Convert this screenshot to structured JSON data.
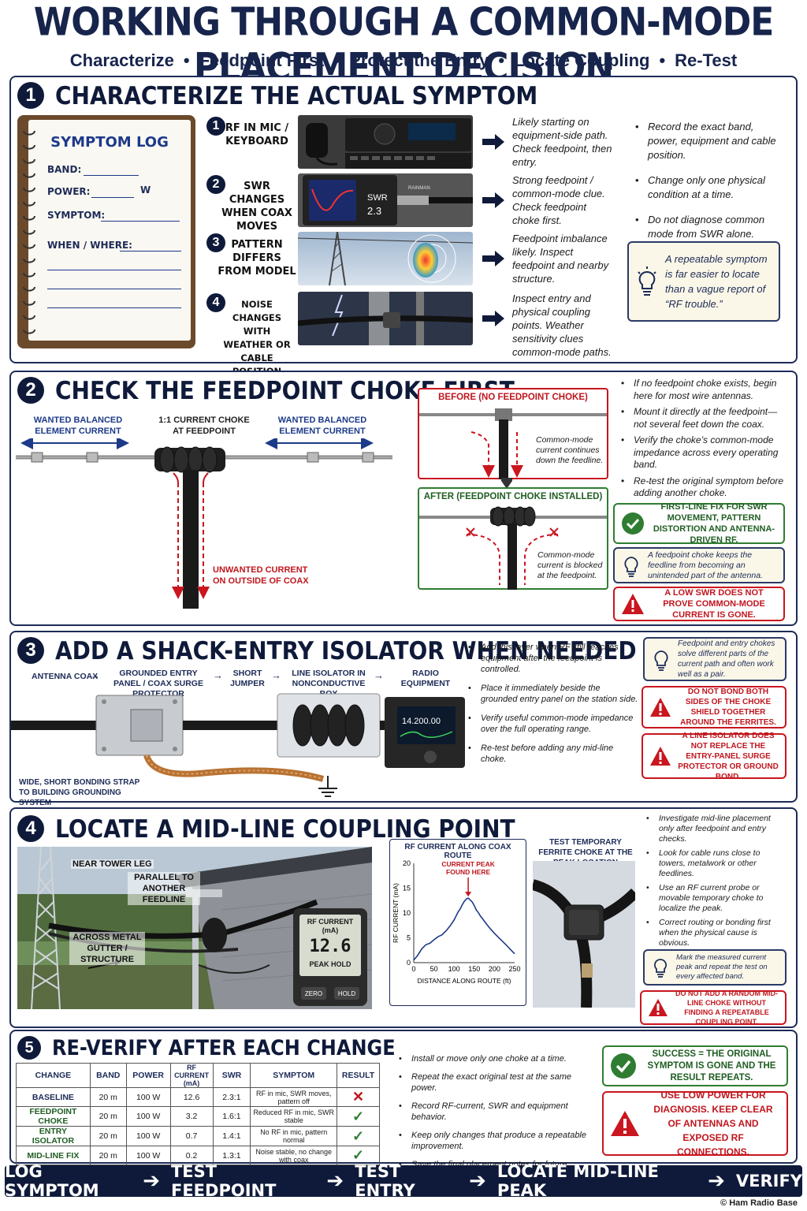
{
  "header": {
    "title": "WORKING THROUGH A COMMON-MODE PLACEMENT DECISION",
    "steps": [
      "Characterize",
      "Feedpoint First",
      "Protect the Entry",
      "Locate Coupling",
      "Re-Test"
    ]
  },
  "section1": {
    "num": "1",
    "title": "CHARACTERIZE THE ACTUAL SYMPTOM",
    "log": {
      "title": "SYMPTOM LOG",
      "band": "BAND:",
      "power": "POWER:",
      "power_unit": "W",
      "symptom": "SYMPTOM:",
      "when": "WHEN / WHERE:"
    },
    "rows": [
      {
        "num": "1",
        "label": "RF IN MIC / KEYBOARD",
        "desc": "Likely starting on equipment-side path. Check feedpoint, then entry."
      },
      {
        "num": "2",
        "label": "SWR CHANGES WHEN COAX MOVES",
        "desc": "Strong feedpoint / common-mode clue. Check feedpoint choke first."
      },
      {
        "num": "3",
        "label": "PATTERN DIFFERS FROM MODEL",
        "desc": "Feedpoint imbalance likely. Inspect feedpoint and nearby structure."
      },
      {
        "num": "4",
        "label": "NOISE CHANGES WITH WEATHER OR CABLE POSITION",
        "desc": "Inspect entry and physical coupling points. Weather sensitivity clues common-mode paths."
      }
    ],
    "swr_screen": {
      "label": "SWR",
      "value": "2.3",
      "brand": "RAINMAN"
    },
    "bullets": [
      "Record the exact band, power, equipment and cable position.",
      "Change only one physical condition at a time.",
      "Do not diagnose common mode from SWR alone."
    ],
    "tip": "A repeatable symptom is far easier to locate than a vague report of “RF trouble.”"
  },
  "section2": {
    "num": "2",
    "title": "CHECK THE FEEDPOINT CHOKE FIRST",
    "lbl_wanted_left": "WANTED BALANCED ELEMENT CURRENT",
    "lbl_choke": "1:1 CURRENT CHOKE AT FEEDPOINT",
    "lbl_wanted_right": "WANTED BALANCED ELEMENT CURRENT",
    "lbl_unwanted": "UNWANTED CURRENT ON OUTSIDE OF COAX",
    "before": {
      "title": "BEFORE (NO FEEDPOINT CHOKE)",
      "note": "Common-mode current continues down the feedline."
    },
    "after": {
      "title": "AFTER (FEEDPOINT CHOKE INSTALLED)",
      "note": "Common-mode current is blocked at the feedpoint."
    },
    "bullets": [
      "If no feedpoint choke exists, begin here for most wire antennas.",
      "Mount it directly at the feedpoint—not several feet down the coax.",
      "Verify the choke’s common-mode impedance across every operating band.",
      "Re-test the original symptom before adding another choke."
    ],
    "ok": "FIRST-LINE FIX FOR SWR MOVEMENT, PATTERN DISTORTION AND ANTENNA-DRIVEN RF.",
    "tip": "A feedpoint choke keeps the feedline from becoming an unintended part of the antenna.",
    "warn": "A LOW SWR DOES NOT PROVE COMMON-MODE CURRENT IS GONE."
  },
  "section3": {
    "num": "3",
    "title": "ADD A SHACK-ENTRY ISOLATOR WHEN NEEDED",
    "chain": [
      "ANTENNA COAX",
      "GROUNDED ENTRY PANEL / COAX SURGE PROTECTOR",
      "SHORT JUMPER",
      "LINE ISOLATOR IN NONCONDUCTIVE BOX",
      "RADIO EQUIPMENT"
    ],
    "radio_freq": "14.200.00",
    "strap": "WIDE, SHORT BONDING STRAP TO BUILDING GROUNDING SYSTEM",
    "bullets": [
      "Add this layer when RF still reaches equipment after the feedpoint is controlled.",
      "Place it immediately beside the grounded entry panel on the station side.",
      "Verify useful common-mode impedance over the full operating range.",
      "Re-test before adding any mid-line choke."
    ],
    "tip": "Feedpoint and entry chokes solve different parts of the current path and often work well as a pair.",
    "warn1": "DO NOT BOND BOTH SIDES OF THE CHOKE SHIELD TOGETHER AROUND THE FERRITES.",
    "warn2": "A LINE ISOLATOR DOES NOT REPLACE THE ENTRY-PANEL SURGE PROTECTOR OR GROUND BOND."
  },
  "section4": {
    "num": "4",
    "title": "LOCATE A MID-LINE COUPLING POINT",
    "photo_labels": [
      "NEAR TOWER LEG",
      "PARALLEL TO ANOTHER FEEDLINE",
      "ACROSS METAL GUTTER / STRUCTURE"
    ],
    "meter": {
      "title": "RF CURRENT (mA)",
      "value": "12.6",
      "mode": "PEAK HOLD",
      "btn1": "ZERO",
      "btn2": "HOLD"
    },
    "ferrite_label": "TEST TEMPORARY FERRITE CHOKE AT THE PEAK LOCATION",
    "bullets": [
      "Investigate mid-line placement only after feedpoint and entry checks.",
      "Look for cable runs close to towers, metalwork or other feedlines.",
      "Use an RF current probe or movable temporary choke to localize the peak.",
      "Correct routing or bonding first when the physical cause is obvious."
    ],
    "tip": "Mark the measured current peak and repeat the test on every affected band.",
    "warn": "DO NOT ADD A RANDOM MID-LINE CHOKE WITHOUT FINDING A REPEATABLE COUPLING POINT."
  },
  "chart_data": {
    "type": "line",
    "title": "RF CURRENT ALONG COAX ROUTE",
    "xlabel": "DISTANCE ALONG ROUTE (ft)",
    "ylabel": "RF CURRENT (mA)",
    "xlim": [
      0,
      250
    ],
    "ylim": [
      0,
      20
    ],
    "xticks": [
      0,
      50,
      100,
      150,
      200,
      250
    ],
    "yticks": [
      0,
      5,
      10,
      15,
      20
    ],
    "annotation": "CURRENT PEAK FOUND HERE",
    "x": [
      0,
      10,
      20,
      30,
      40,
      50,
      60,
      70,
      80,
      90,
      100,
      110,
      115,
      120,
      125,
      130,
      135,
      140,
      145,
      150,
      155,
      160,
      165,
      170,
      180,
      190,
      200,
      210,
      220,
      230,
      240,
      250
    ],
    "y": [
      0.5,
      1.5,
      2.8,
      3.6,
      3.9,
      4.6,
      5.2,
      5.6,
      6.4,
      7.4,
      8.6,
      10.2,
      10.8,
      11.6,
      12.3,
      12.8,
      13.0,
      12.6,
      12.2,
      11.5,
      10.6,
      10.1,
      9.4,
      8.9,
      7.8,
      6.8,
      5.9,
      5.1,
      4.3,
      3.5,
      2.6,
      1.8
    ]
  },
  "section5": {
    "num": "5",
    "title": "RE-VERIFY AFTER EACH CHANGE",
    "columns": [
      "CHANGE",
      "BAND",
      "POWER",
      "RF CURRENT (mA)",
      "SWR",
      "SYMPTOM",
      "RESULT"
    ],
    "rows": [
      {
        "change": "BASELINE",
        "band": "20 m",
        "power": "100 W",
        "rf": "12.6",
        "swr": "2.3:1",
        "symptom": "RF in mic, SWR moves, pattern off",
        "result": "fail"
      },
      {
        "change": "FEEDPOINT CHOKE",
        "band": "20 m",
        "power": "100 W",
        "rf": "3.2",
        "swr": "1.6:1",
        "symptom": "Reduced RF in mic, SWR stable",
        "result": "pass"
      },
      {
        "change": "ENTRY ISOLATOR",
        "band": "20 m",
        "power": "100 W",
        "rf": "0.7",
        "swr": "1.4:1",
        "symptom": "No RF in mic, pattern normal",
        "result": "pass"
      },
      {
        "change": "MID-LINE FIX",
        "band": "20 m",
        "power": "100 W",
        "rf": "0.2",
        "swr": "1.3:1",
        "symptom": "Noise stable, no change with coax",
        "result": "pass"
      }
    ],
    "bullets": [
      "Install or move only one choke at a time.",
      "Repeat the exact original test at the same power.",
      "Record RF-current, SWR and equipment behavior.",
      "Keep only changes that produce a repeatable improvement.",
      "Save the final placement notes for future antennas."
    ],
    "ok": "SUCCESS = THE ORIGINAL SYMPTOM IS GONE AND THE RESULT REPEATS.",
    "warn": "USE LOW POWER FOR DIAGNOSIS. KEEP CLEAR OF ANTENNAS AND EXPOSED RF CONNECTIONS."
  },
  "footer": {
    "steps": [
      "LOG SYMPTOM",
      "TEST FEEDPOINT",
      "TEST ENTRY",
      "LOCATE MID-LINE PEAK",
      "VERIFY"
    ],
    "copyright": "© Ham Radio Base"
  },
  "colors": {
    "navy": "#0f1a3a",
    "red": "#c9161f",
    "green": "#2f7d32",
    "blue": "#1d3a8a"
  }
}
